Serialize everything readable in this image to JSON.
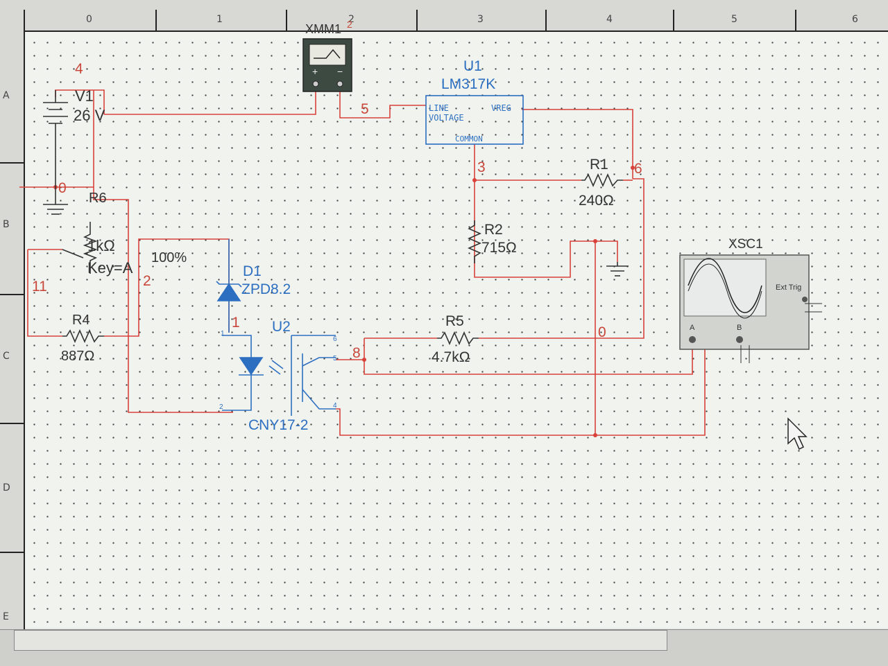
{
  "ruler": {
    "columns": [
      "0",
      "1",
      "2",
      "3",
      "4",
      "5",
      "6"
    ],
    "rows": [
      "A",
      "B",
      "C",
      "D",
      "E"
    ]
  },
  "colors": {
    "wire": "#d9413a",
    "component": "#2c6fc1",
    "device": "#222222",
    "net_label": "#c8473a"
  },
  "components": {
    "v1": {
      "ref": "V1",
      "value": "26 V"
    },
    "r6": {
      "ref": "R6",
      "value": "1kΩ",
      "key": "Key=A",
      "percent": "100%"
    },
    "r4": {
      "ref": "R4",
      "value": "887Ω"
    },
    "d1": {
      "ref": "D1",
      "value": "ZPD8.2"
    },
    "u2": {
      "ref": "U2",
      "value": "CNY17-2",
      "pins": [
        "1",
        "2",
        "4",
        "5",
        "6"
      ]
    },
    "u1": {
      "ref": "U1",
      "value": "LM317K",
      "pin_line": "LINE",
      "pin_voltage": "VOLTAGE",
      "pin_vreg": "VREG",
      "pin_common": "COMMON"
    },
    "r1": {
      "ref": "R1",
      "value": "240Ω"
    },
    "r2": {
      "ref": "R2",
      "value": "715Ω"
    },
    "r5": {
      "ref": "R5",
      "value": "4.7kΩ"
    },
    "xmm1": {
      "ref": "XMM1"
    },
    "xsc1": {
      "ref": "XSC1",
      "ext_trig": "Ext Trig",
      "ch_a": "A",
      "ch_b": "B"
    }
  },
  "net_labels": {
    "n4": "4",
    "n0a": "0",
    "n11": "11",
    "n2": "2",
    "n1": "1",
    "n5": "5",
    "n3": "3",
    "n6": "6",
    "n8": "8",
    "n0b": "0",
    "n2b": "2"
  }
}
